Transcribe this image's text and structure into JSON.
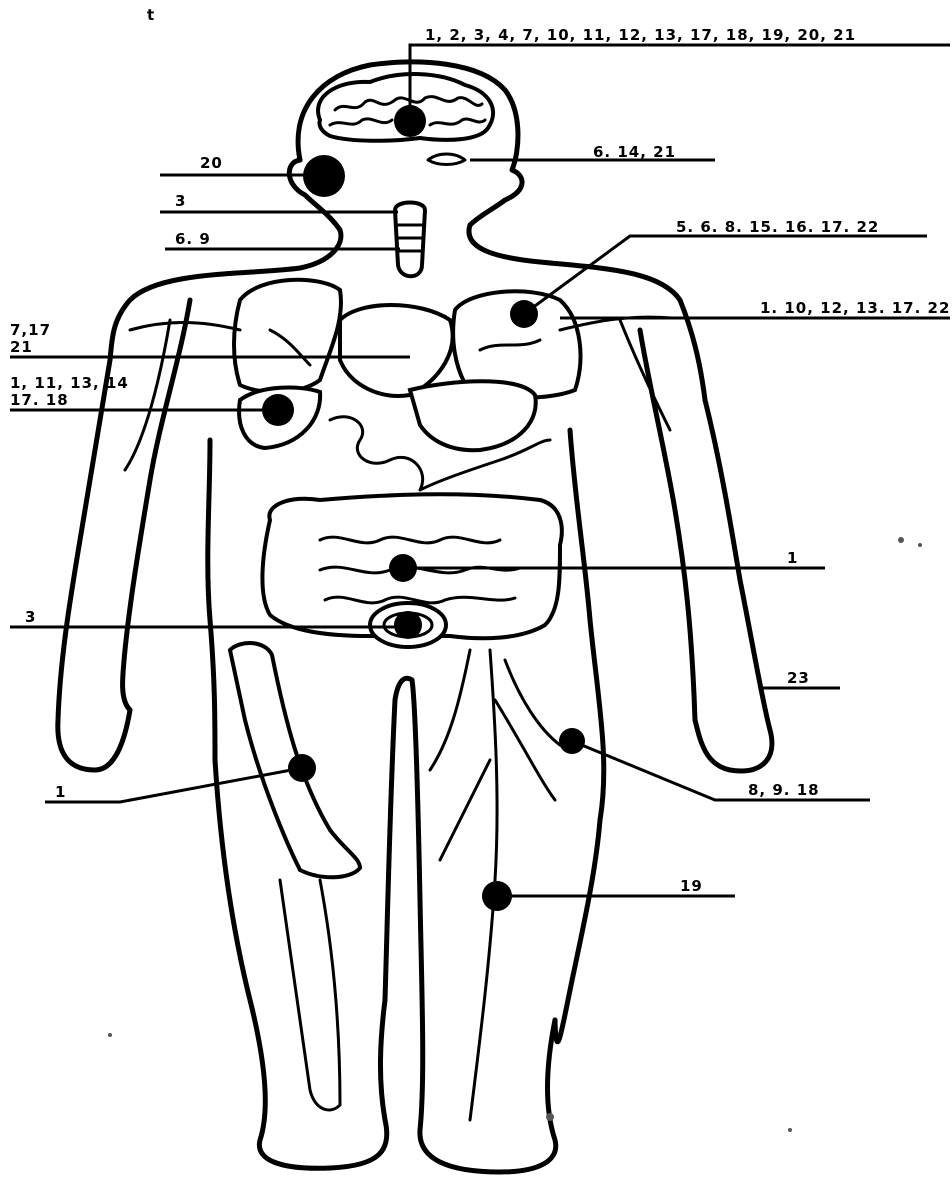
{
  "corner_mark": "t",
  "labels": {
    "brain": "1, 2, 3, 4, 7, 10, 11, 12, 13, 17, 18, 19, 20, 21",
    "ear": "20",
    "eye": "6. 14, 21",
    "throat": "3",
    "neck": "6. 9",
    "lung_top": "5. 6. 8. 15. 16. 17. 22",
    "lung_right": "1. 10, 12, 13. 17. 22",
    "heart_line1": "7,17",
    "heart_line2": "21",
    "liver_line1": "1, 11, 13, 14",
    "liver_line2": "17. 18",
    "intestine": "1",
    "bladder": "3",
    "arm": "23",
    "thigh": "1",
    "hip": "8, 9. 18",
    "knee": "19"
  }
}
